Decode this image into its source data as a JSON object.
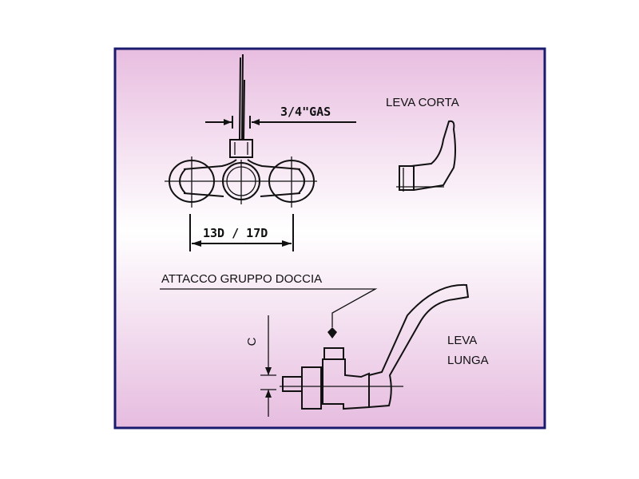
{
  "diagram": {
    "labels": {
      "thread_size": "3/4\"GAS",
      "spacing": "13D / 17D",
      "short_lever": "LEVA CORTA",
      "shower_connection": "ATTACCO GRUPPO DOCCIA",
      "dimension_c": "C",
      "long_lever_line1": "LEVA",
      "long_lever_line2": "LUNGA"
    },
    "colors": {
      "frame_border": "#1a1a6e",
      "background_top": "#e8bde0",
      "background_mid": "#ffffff",
      "background_bottom": "#e6bcdf",
      "ink": "#111111"
    }
  }
}
